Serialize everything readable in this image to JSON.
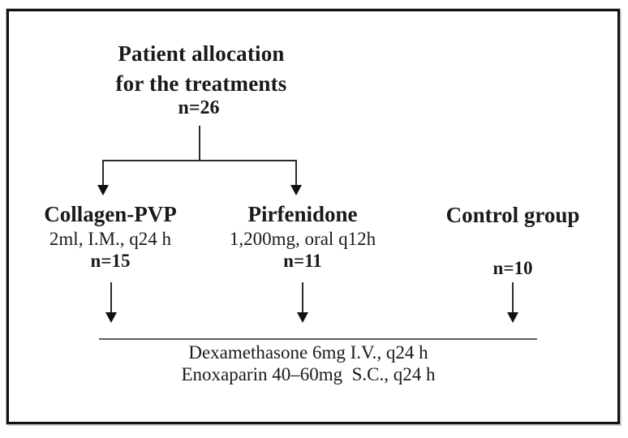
{
  "figure": {
    "title_line1": "Patient allocation",
    "title_line2": "for the treatments",
    "total_n": "n=26",
    "groups": [
      {
        "name": "Collagen-PVP",
        "dose": "2ml, I.M., q24 h",
        "n": "n=15"
      },
      {
        "name": "Pirfenidone",
        "dose": "1,200mg, oral q12h",
        "n": "n=11"
      },
      {
        "name": "Control group",
        "dose": "",
        "n": "n=10"
      }
    ],
    "common_treatment_line1": "Dexamethasone 6mg I.V., q24 h",
    "common_treatment_line2": "Enoxaparin 40–60mg  S.C., q24 h",
    "colors": {
      "text": "#1a1a1a",
      "connector_line": "#2a2a2a",
      "arrowhead": "#101010",
      "separator_line": "#5d5d5d",
      "border": "#121212",
      "background": "#ffffff"
    }
  }
}
